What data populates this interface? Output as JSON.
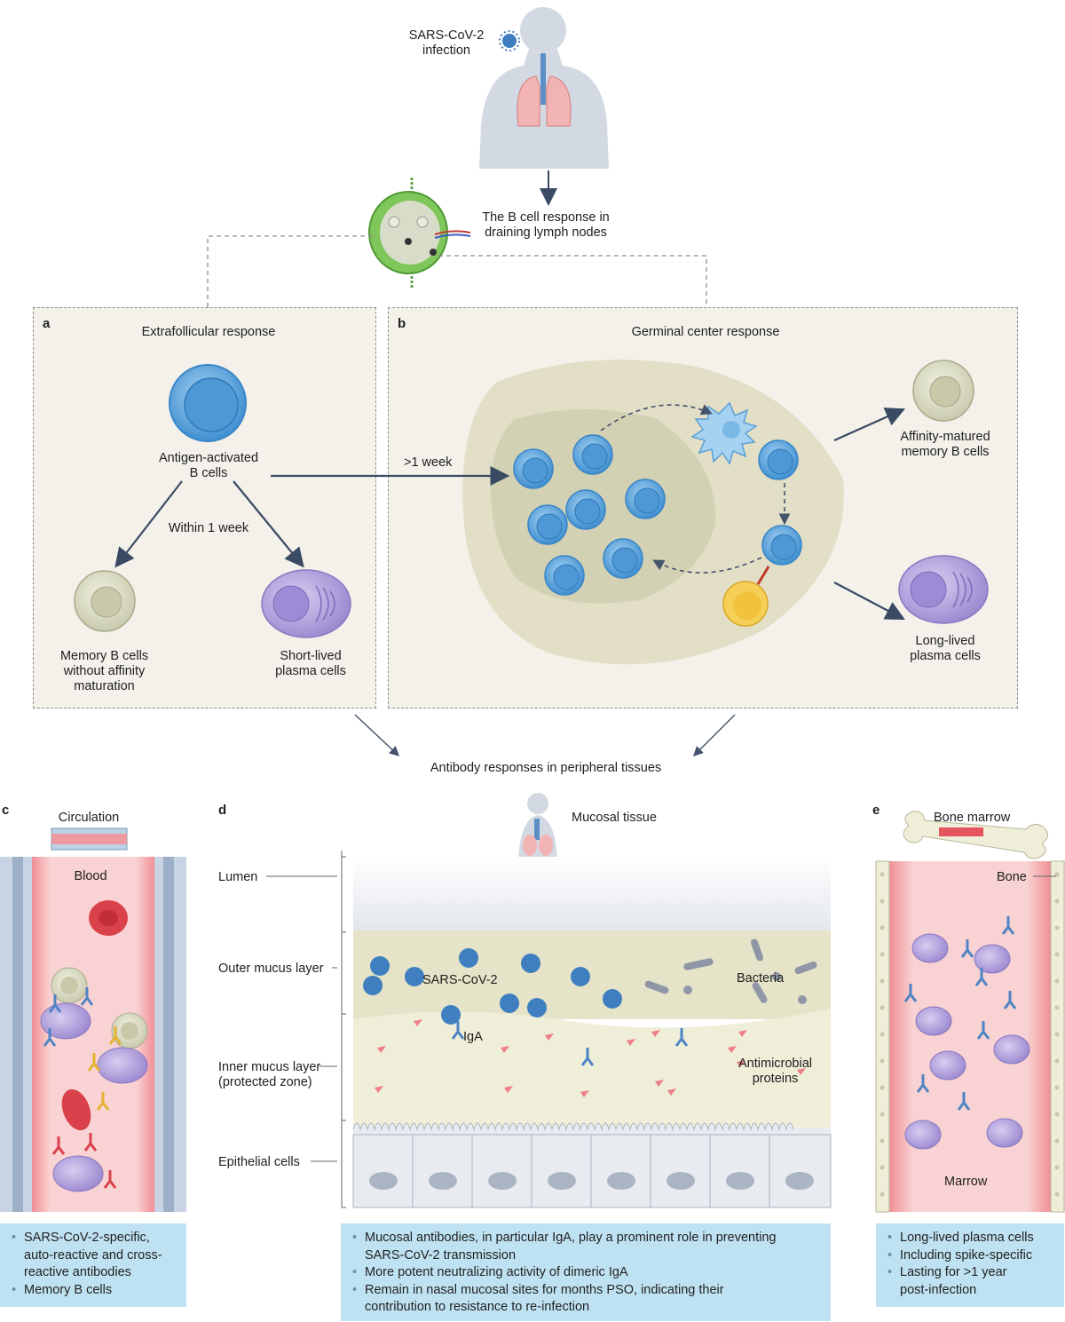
{
  "top": {
    "infection": "SARS-CoV-2\ninfection",
    "lymph": "The B cell response in\ndraining lymph nodes"
  },
  "panel_a": {
    "letter": "a",
    "title": "Extrafollicular response",
    "activated": "Antigen-activated\nB cells",
    "within": "Within 1 week",
    "memory": "Memory B cells\nwithout affinity\nmaturation",
    "plasma": "Short-lived\nplasma cells"
  },
  "panel_b": {
    "letter": "b",
    "title": "Germinal center response",
    "week": ">1 week",
    "memory": "Affinity-matured\nmemory B cells",
    "plasma": "Long-lived\nplasma cells"
  },
  "middle": {
    "antibody": "Antibody responses in peripheral tissues"
  },
  "panel_c": {
    "letter": "c",
    "title": "Circulation",
    "blood": "Blood",
    "notes": [
      "SARS-CoV-2-specific,\nauto-reactive and cross-\nreactive antibodies",
      "Memory B cells"
    ]
  },
  "panel_d": {
    "letter": "d",
    "title": "Mucosal tissue",
    "layers": {
      "lumen": "Lumen",
      "outer": "Outer mucus layer",
      "inner": "Inner mucus layer\n(protected zone)",
      "epithelial": "Epithelial cells"
    },
    "sars": "SARS-CoV-2",
    "bacteria": "Bacteria",
    "iga": "IgA",
    "amp": "Antimicrobial\nproteins",
    "notes": [
      "Mucosal antibodies, in particular IgA, play a prominent role in preventing\nSARS-CoV-2 transmission",
      "More potent neutralizing activity of dimeric IgA",
      "Remain in nasal mucosal sites for months PSO, indicating their\ncontribution to resistance to re-infection"
    ]
  },
  "panel_e": {
    "letter": "e",
    "title": "Bone marrow",
    "bone": "Bone",
    "marrow": "Marrow",
    "notes": [
      "Long-lived plasma cells",
      "Including spike-specific",
      "Lasting for >1 year\npost-infection"
    ]
  },
  "colors": {
    "bcell": "#5aa4dc",
    "memory": "#dfe0c6",
    "plasma": "#a99ad6",
    "blood": "#f7c9c9",
    "note": "#bfe2f2",
    "panel": "#f3f1ea",
    "arrow": "#3b4a63"
  }
}
